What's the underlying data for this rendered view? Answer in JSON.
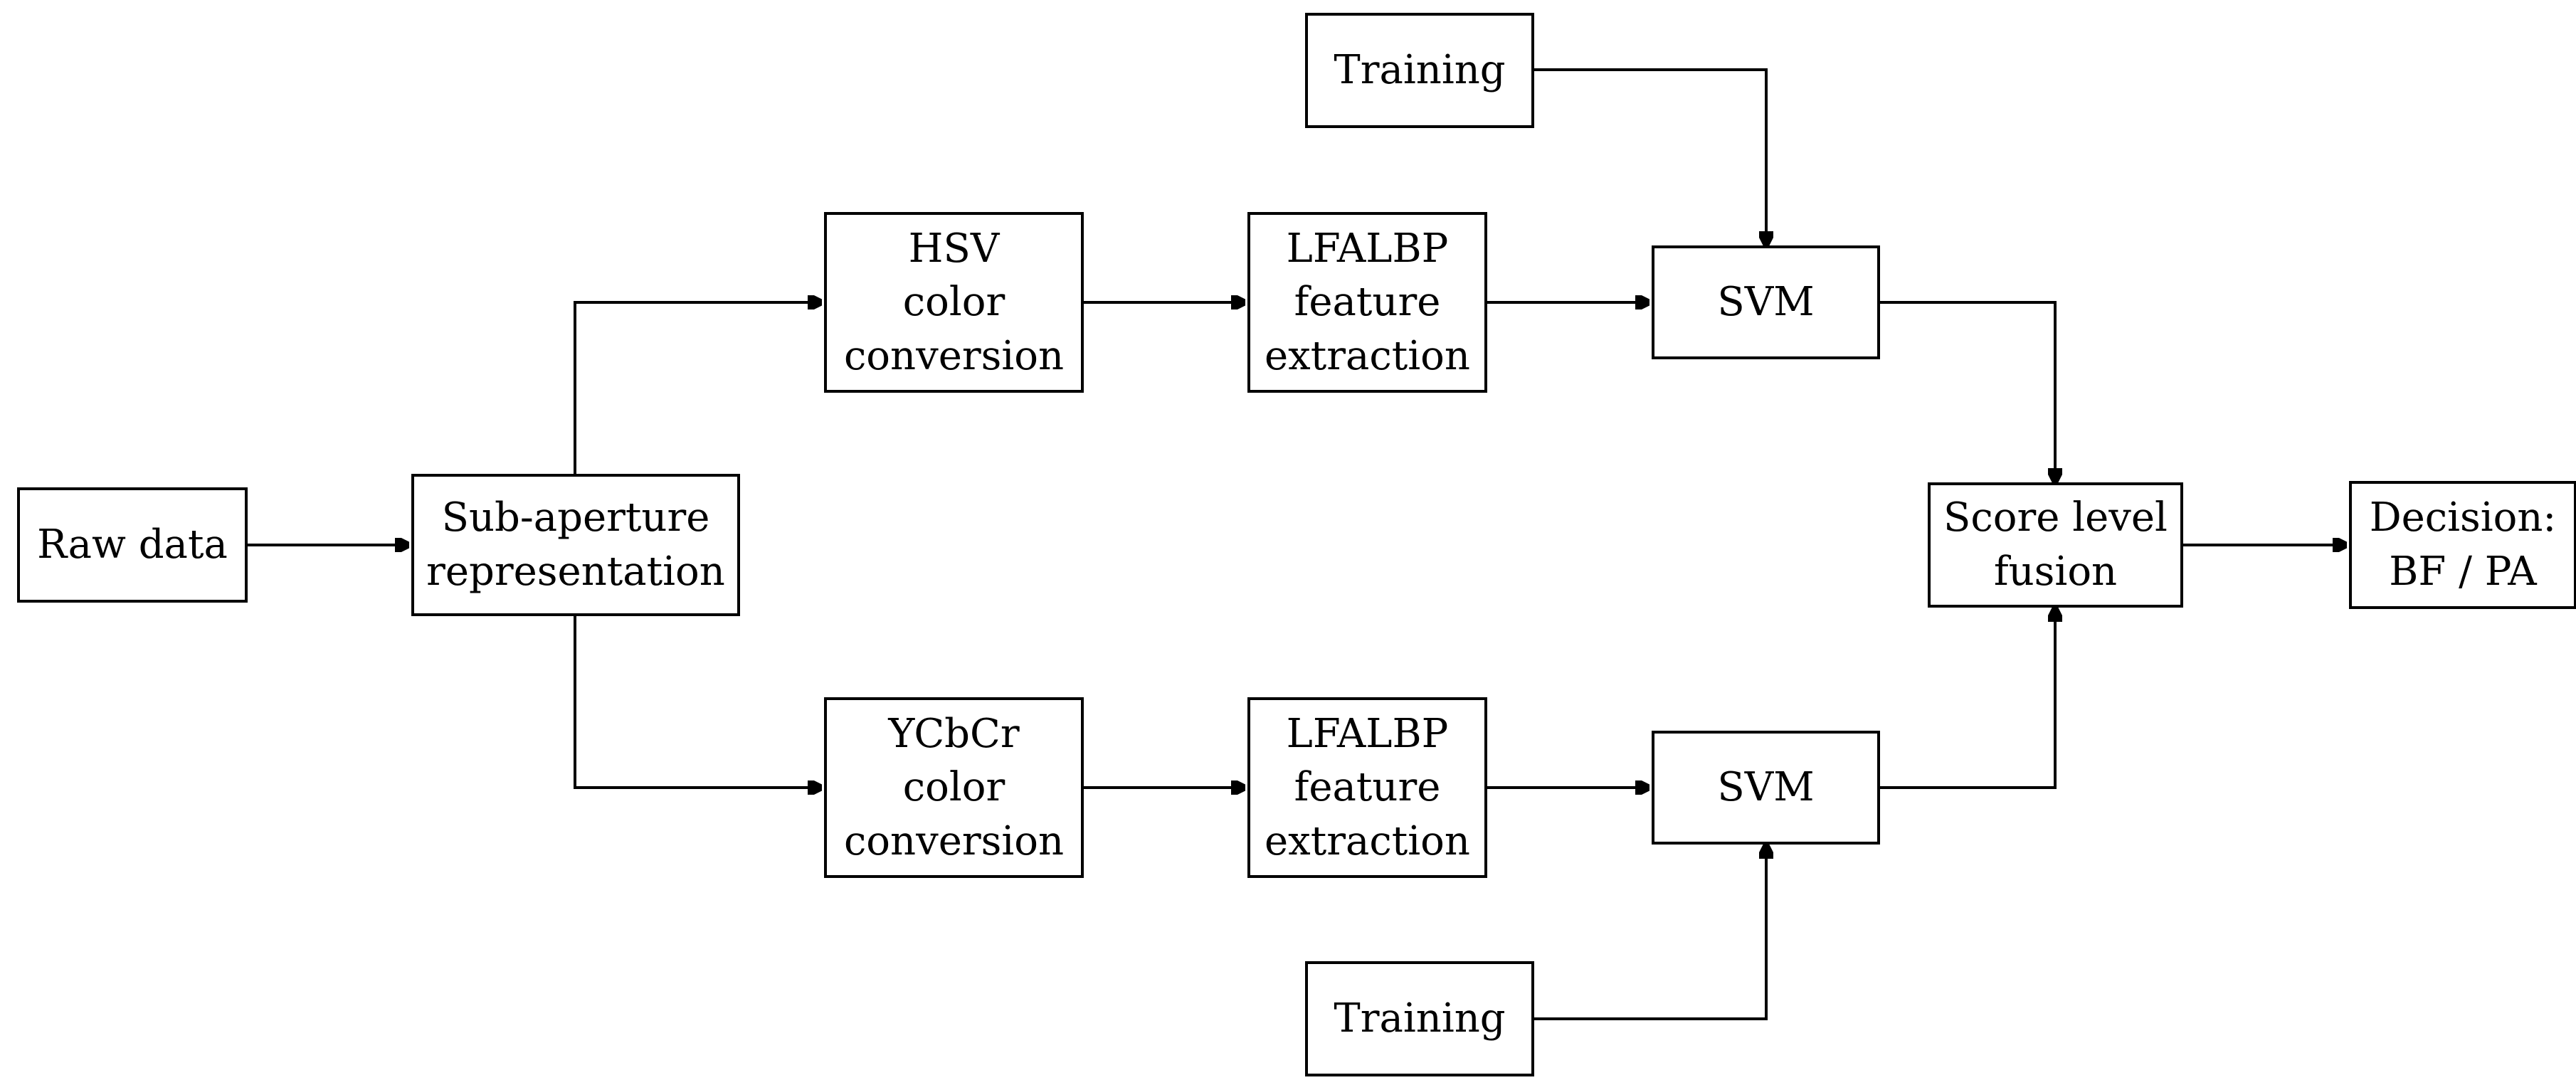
{
  "nodes": {
    "raw_data": {
      "lines": [
        "Raw data"
      ]
    },
    "sub_aperture": {
      "lines": [
        "Sub-aperture",
        "representation"
      ]
    },
    "hsv_conversion": {
      "lines": [
        "HSV",
        "color",
        "conversion"
      ]
    },
    "ycbcr_conversion": {
      "lines": [
        "YCbCr",
        "color",
        "conversion"
      ]
    },
    "lfalbp_top": {
      "lines": [
        "LFALBP",
        "feature",
        "extraction"
      ]
    },
    "lfalbp_bottom": {
      "lines": [
        "LFALBP",
        "feature",
        "extraction"
      ]
    },
    "training_top": {
      "lines": [
        "Training"
      ]
    },
    "training_bottom": {
      "lines": [
        "Training"
      ]
    },
    "svm_top": {
      "lines": [
        "SVM"
      ]
    },
    "svm_bottom": {
      "lines": [
        "SVM"
      ]
    },
    "fusion": {
      "lines": [
        "Score level",
        "fusion"
      ]
    },
    "decision": {
      "lines": [
        "Decision:",
        "BF / PA"
      ]
    }
  },
  "edges": [
    {
      "from": "raw_data",
      "to": "sub_aperture"
    },
    {
      "from": "sub_aperture",
      "to": "hsv_conversion"
    },
    {
      "from": "sub_aperture",
      "to": "ycbcr_conversion"
    },
    {
      "from": "hsv_conversion",
      "to": "lfalbp_top"
    },
    {
      "from": "ycbcr_conversion",
      "to": "lfalbp_bottom"
    },
    {
      "from": "lfalbp_top",
      "to": "svm_top"
    },
    {
      "from": "lfalbp_bottom",
      "to": "svm_bottom"
    },
    {
      "from": "training_top",
      "to": "svm_top"
    },
    {
      "from": "training_bottom",
      "to": "svm_bottom"
    },
    {
      "from": "svm_top",
      "to": "fusion"
    },
    {
      "from": "svm_bottom",
      "to": "fusion"
    },
    {
      "from": "fusion",
      "to": "decision"
    }
  ]
}
